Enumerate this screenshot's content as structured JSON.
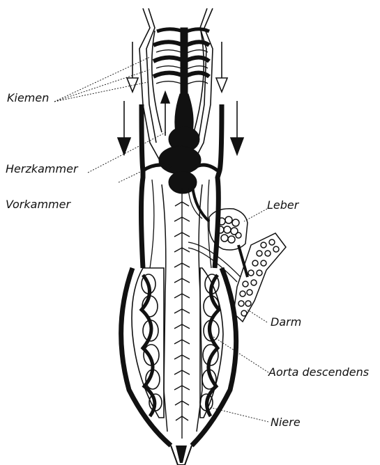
{
  "labels": {
    "gills": "Kiemen",
    "ventricle": "Herzkammer",
    "atrium": "Vorkammer",
    "liver": "Leber",
    "intestine": "Darm",
    "dorsal_aorta": "Aorta descendens",
    "kidney": "Niere"
  },
  "colors": {
    "ink": "#111111",
    "paper": "#ffffff"
  }
}
